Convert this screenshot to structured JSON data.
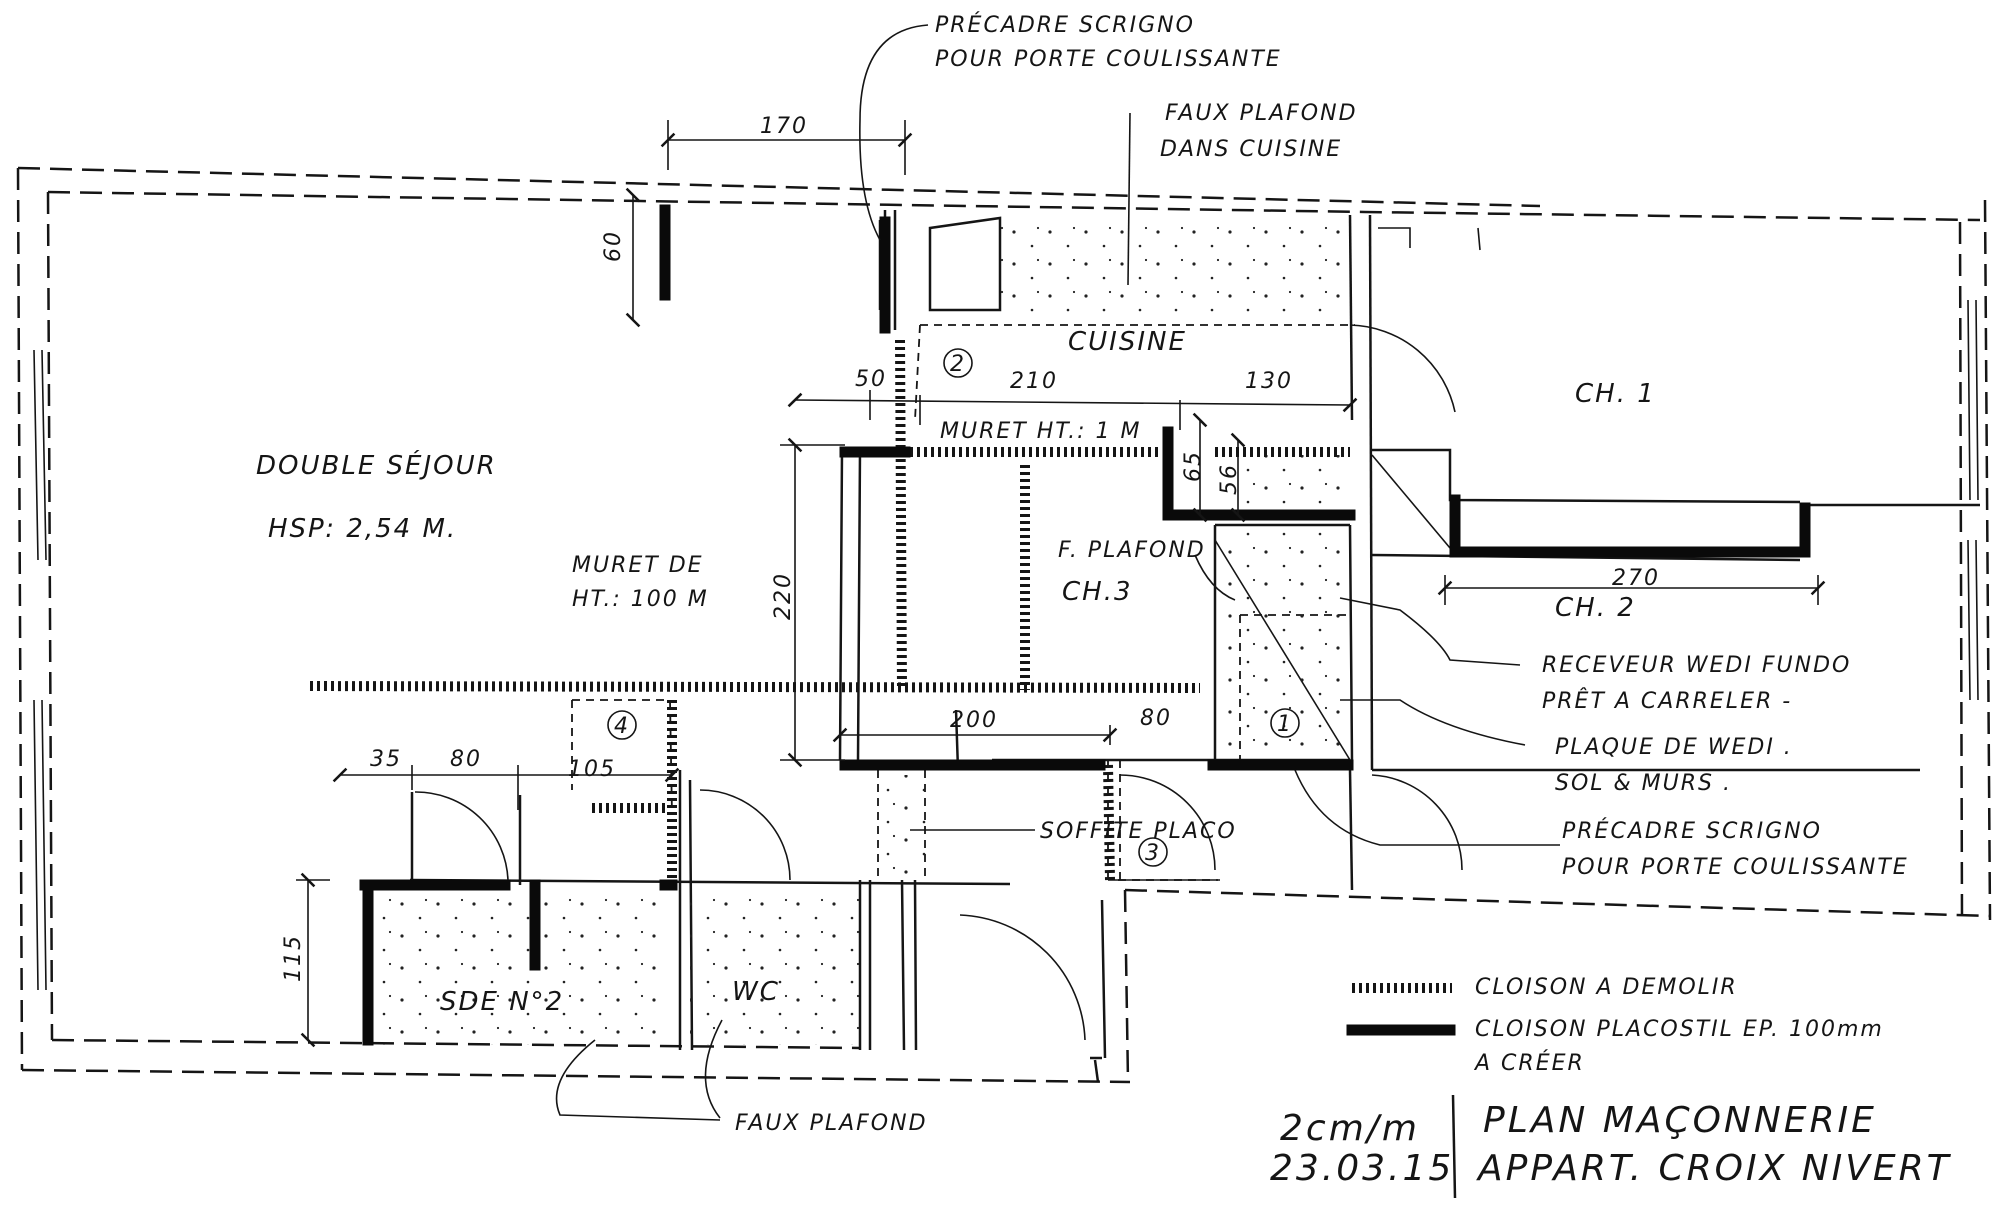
{
  "rooms": {
    "sejour": "DOUBLE SÉJOUR",
    "hsp": "HSP: 2,54 M.",
    "cuisine": "CUISINE",
    "ch1": "CH. 1",
    "ch2": "CH. 2",
    "ch3": "CH.3",
    "sde": "SDE N°2",
    "wc": "WC"
  },
  "annotations": {
    "precadre_top_1": "PRÉCADRE SCRIGNO",
    "precadre_top_2": "POUR PORTE COULISSANTE",
    "faux_plafond_cuisine_1": "FAUX PLAFOND",
    "faux_plafond_cuisine_2": "DANS CUISINE",
    "muret_1m": "MURET HT.: 1 M",
    "muret_de_1": "MURET DE",
    "muret_de_2": "HT.: 100 M",
    "f_plafond": "F. PLAFOND",
    "receveur_1": "RECEVEUR WEDI FUNDO",
    "receveur_2": "PRÊT A CARRELER -",
    "plaque_1": "PLAQUE DE WEDI .",
    "plaque_2": "SOL & MURS .",
    "precadre_bot_1": "PRÉCADRE SCRIGNO",
    "precadre_bot_2": "POUR PORTE COULISSANTE",
    "soffite": "SOFFITE PLACO",
    "faux_plafond_bas": "FAUX PLAFOND"
  },
  "dimensions": {
    "d170": "170",
    "d60": "60",
    "d50": "50",
    "d210": "210",
    "d130": "130",
    "d65": "65",
    "d56": "56",
    "d220": "220",
    "d270": "270",
    "d200": "200",
    "d80a": "80",
    "d35": "35",
    "d80b": "80",
    "d105": "105",
    "d115": "115"
  },
  "markers": {
    "m1": "1",
    "m2": "2",
    "m3": "3",
    "m4": "4"
  },
  "legend": {
    "demolir": "CLOISON A DEMOLIR",
    "creer_1": "CLOISON PLACOSTIL EP. 100mm",
    "creer_2": "A CRÉER"
  },
  "title_block": {
    "scale": "2cm/m",
    "date": "23.03.15",
    "title_1": "PLAN MAÇONNERIE",
    "title_2": "APPART. CROIX NIVERT"
  }
}
